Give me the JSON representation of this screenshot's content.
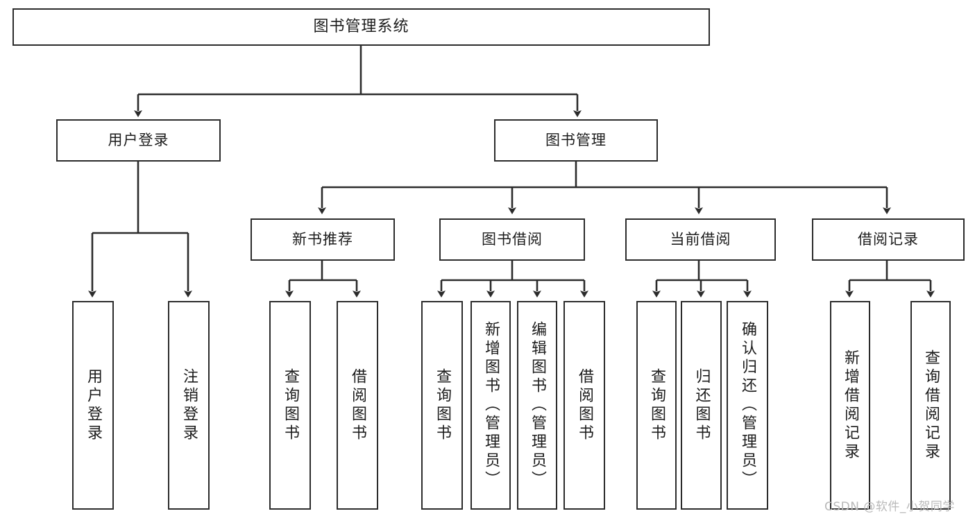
{
  "diagram": {
    "title": "图书管理系统",
    "type": "tree-hierarchy-chart",
    "orientation": "top-down",
    "colors": {
      "node_border": "#2b2b2b",
      "node_fill": "#ffffff",
      "edge": "#2b2b2b",
      "text": "#1c1c1c",
      "watermark": "#b9b9b9"
    }
  },
  "nodes": {
    "root": {
      "label": "图书管理系统"
    },
    "level2": [
      {
        "id": "user-login",
        "label": "用户登录"
      },
      {
        "id": "book-manage",
        "label": "图书管理"
      }
    ],
    "level3": [
      {
        "id": "new-book-recommend",
        "label": "新书推荐"
      },
      {
        "id": "book-borrow",
        "label": "图书借阅"
      },
      {
        "id": "current-borrow",
        "label": "当前借阅"
      },
      {
        "id": "borrow-record",
        "label": "借阅记录"
      }
    ],
    "leaves": {
      "user_login": [
        {
          "id": "leaf-user-login",
          "label": "用户登录"
        },
        {
          "id": "leaf-logout-login",
          "label": "注销登录"
        }
      ],
      "new_book_recommend": [
        {
          "id": "leaf-query-book-1",
          "label": "查询图书"
        },
        {
          "id": "leaf-borrow-book-1",
          "label": "借阅图书"
        }
      ],
      "book_borrow": [
        {
          "id": "leaf-query-book-2",
          "label": "查询图书"
        },
        {
          "id": "leaf-add-book-admin",
          "label": "新增图书（管理员）"
        },
        {
          "id": "leaf-edit-book-admin",
          "label": "编辑图书（管理员）"
        },
        {
          "id": "leaf-borrow-book-2",
          "label": "借阅图书"
        }
      ],
      "current_borrow": [
        {
          "id": "leaf-query-book-3",
          "label": "查询图书"
        },
        {
          "id": "leaf-return-book",
          "label": "归还图书"
        },
        {
          "id": "leaf-confirm-return-admin",
          "label": "确认归还（管理员）"
        }
      ],
      "borrow_record": [
        {
          "id": "leaf-add-borrow-record",
          "label": "新增借阅记录"
        },
        {
          "id": "leaf-query-borrow-record",
          "label": "查询借阅记录"
        }
      ]
    }
  },
  "watermark": {
    "text": "CSDN @软件_小贺同学"
  }
}
